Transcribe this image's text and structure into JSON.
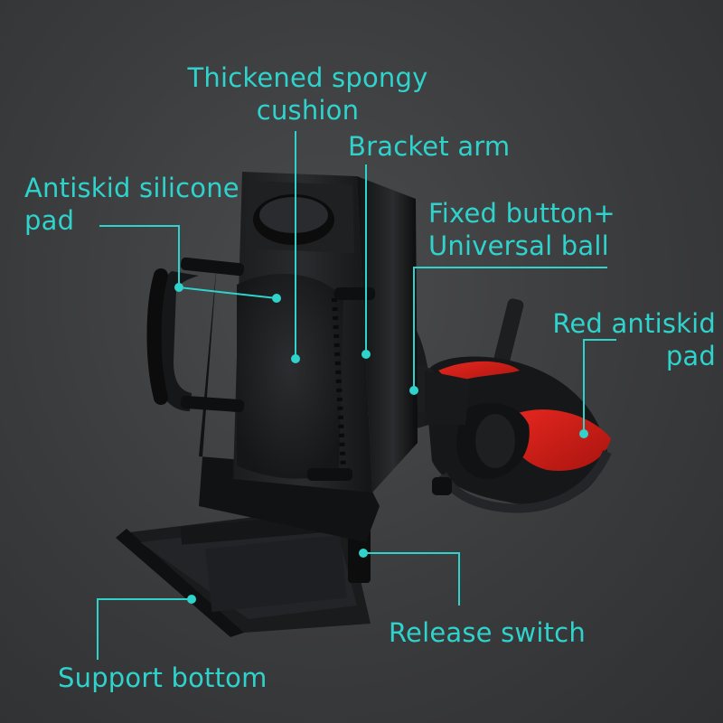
{
  "accent_color": "#2fd3cc",
  "background_color": "#3a3b3d",
  "labels": {
    "thickened_line1": "Thickened spongy",
    "thickened_line2": "cushion",
    "bracket_arm": "Bracket arm",
    "antiskid_line1": "Antiskid silicone",
    "antiskid_line2": "pad",
    "fixed_line1": "Fixed button+",
    "fixed_line2": "Universal ball",
    "red_line1": "Red antiskid",
    "red_line2": "pad",
    "release_switch": "Release switch",
    "support_bottom": "Support bottom"
  }
}
